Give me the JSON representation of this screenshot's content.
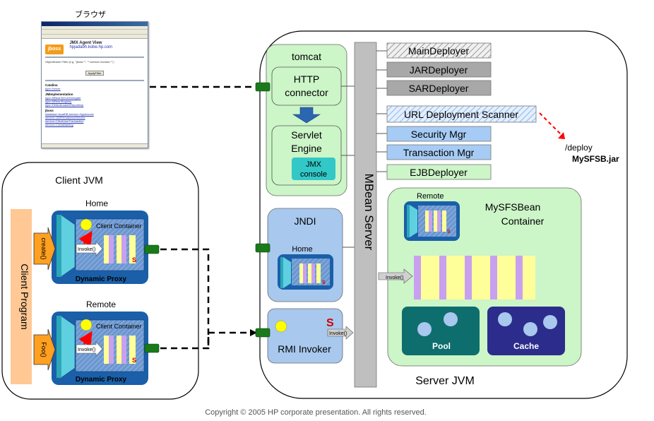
{
  "browser": {
    "label": "ブラウザ",
    "page_heading": "JMX Agent View",
    "page_host": "hpjadabh.kobe.hp.com",
    "logo_text": "jboss",
    "filter_text": "ObjectName Filter (e.g. \"jboss:*\", \"*:service=invoker,*\") :",
    "apply_button": "ApplyFilter",
    "sections": [
      {
        "name": "Catalina",
        "links": [
          "type=Server"
        ]
      },
      {
        "name": "JMImplementation",
        "links": [
          "type=MBeanServerDelegate",
          "type=MBeanRegistry",
          "type=DefaultLoaderRepository"
        ]
      },
      {
        "name": "jboss",
        "links": [
          "database=localDB,service=Hypersonic",
          "service=JASPersistenceService",
          "service=ClientUserTransaction",
          "service=CorbaNaming"
        ]
      }
    ]
  },
  "client_jvm": {
    "title": "Client JVM",
    "program_label": "Client Program",
    "home_proxy": {
      "title": "Home",
      "container_label": "Client Container",
      "invoke_label": "Invoke()",
      "proxy_label": "Dynamic Proxy",
      "method_label": "create()",
      "s_mark": "S"
    },
    "remote_proxy": {
      "title": "Remote",
      "container_label": "Client Container",
      "invoke_label": "Invoke()",
      "proxy_label": "Dynamic Proxy",
      "method_label": "Foo()",
      "s_mark": "S"
    }
  },
  "server_jvm": {
    "title": "Server JVM",
    "mbean_server": "MBean Server",
    "tomcat": {
      "title": "tomcat",
      "http_connector_line1": "HTTP",
      "http_connector_line2": "connector",
      "servlet_line1": "Servlet",
      "servlet_line2": "Engine",
      "jmx_line1": "JMX",
      "jmx_line2": "console"
    },
    "jndi": {
      "title": "JNDI",
      "home_label": "Home",
      "s_mark": "S"
    },
    "rmi": {
      "label": "RMI Invoker",
      "invoke_label": "Invoke()",
      "s_mark": "S"
    },
    "deployers": [
      {
        "label": "MainDeployer",
        "style": "hatched"
      },
      {
        "label": "JARDeployer",
        "style": "gray"
      },
      {
        "label": "SARDeployer",
        "style": "gray"
      },
      {
        "label": "URL Deployment Scanner",
        "style": "hatched-blue"
      },
      {
        "label": "Security Mgr",
        "style": "blue"
      },
      {
        "label": "Transaction Mgr",
        "style": "blue"
      },
      {
        "label": "EJBDeployer",
        "style": "green"
      }
    ],
    "deploy_path": "/deploy",
    "deploy_file": "MySFSB.jar",
    "bean_container": {
      "remote_label": "Remote",
      "title_line1": "MySFSBean",
      "title_line2": "Container",
      "invoke_label": "Invoke()",
      "pool_label": "Pool",
      "cache_label": "Cache"
    }
  },
  "footer": {
    "copyright": "Copyright © 2005 HP corporate presentation. All rights reserved."
  },
  "colors": {
    "client_container_bg": "#2b66b0",
    "jndi_bg": "#a8c8ee",
    "green_panel": "#ccf5c8",
    "mbean_bar": "#bfbfbf",
    "gray_deployer": "#a8a8a8",
    "blue_deployer": "#a6ccf5",
    "green_deployer": "#ccf5c8",
    "pool": "#0e6e6e",
    "cache": "#2c2c8c",
    "client_program": "#ffc894",
    "connector_port": "#1a7a1a",
    "interceptor_purple": "#c8a0f0",
    "interceptor_yellow": "#ffff99"
  }
}
